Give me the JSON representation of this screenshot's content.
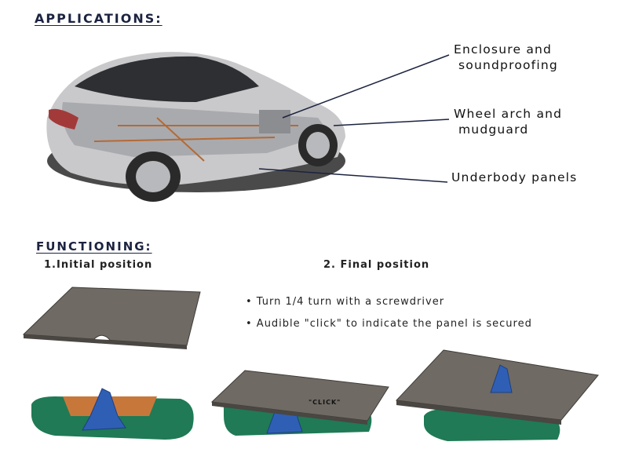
{
  "applications": {
    "heading": "APPLICATIONS:",
    "labels": [
      {
        "line1": "Enclosure and",
        "line2": "soundproofing"
      },
      {
        "line1": "Wheel arch and",
        "line2": "mudguard"
      },
      {
        "line1": "Underbody panels"
      }
    ]
  },
  "functioning": {
    "heading": "FUNCTIONING:",
    "step1": "1.Initial position",
    "step2": "2. Final position",
    "bullets": [
      "• Turn 1/4 turn with a screwdriver",
      "• Audible \"click\" to  indicate the panel is secured"
    ],
    "click_text": "\"CLICK\""
  },
  "colors": {
    "heading": "#1c2340",
    "panel": "#6f6a64",
    "base": "#1f7a55",
    "clip": "#2f5fb5",
    "washer": "#c8773a"
  }
}
